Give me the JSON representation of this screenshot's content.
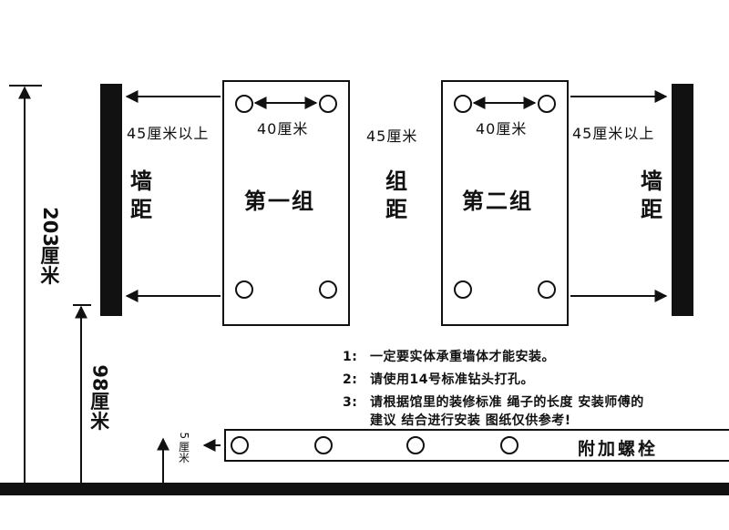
{
  "labels": {
    "height_total": [
      "203",
      "厘",
      "米"
    ],
    "height_mid": [
      "98",
      "厘",
      "米"
    ],
    "height_low": [
      "5",
      "厘",
      "米"
    ],
    "wall_left": [
      "墙",
      "距"
    ],
    "wall_right": [
      "墙",
      "距"
    ],
    "group_gap": [
      "组",
      "距"
    ],
    "wall_dist_left": "45厘米以上",
    "wall_dist_right": "45厘米以上",
    "group_dist": "45厘米",
    "hole_dist_left": "40厘米",
    "hole_dist_right": "40厘米",
    "group1": "第一组",
    "group2": "第二组",
    "bolt": "附加螺栓"
  },
  "notes": [
    {
      "num": "1:",
      "text": "一定要实体承重墙体才能安装。"
    },
    {
      "num": "2:",
      "text": "请使用14号标准钻头打孔。"
    },
    {
      "num": "3:",
      "text": "请根据馆里的装修标准 绳子的长度 安装师傅的",
      "text2": "建议 结合进行安装 图纸仅供参考!"
    }
  ],
  "colors": {
    "ink": "#111111",
    "bg": "#ffffff"
  }
}
